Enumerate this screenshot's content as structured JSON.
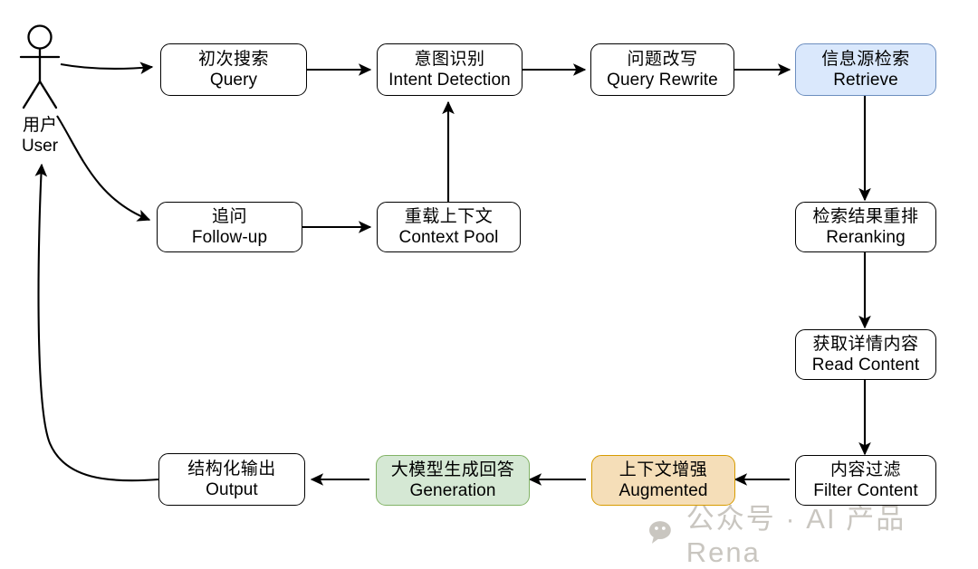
{
  "diagram": {
    "title": "RAG Search Pipeline Flowchart",
    "actor": {
      "name": "user-actor",
      "cn": "用户",
      "en": "User"
    },
    "nodes": [
      {
        "id": "query",
        "cn": "初次搜索",
        "en": "Query",
        "style": "plain"
      },
      {
        "id": "intent",
        "cn": "意图识别",
        "en": "Intent Detection",
        "style": "plain"
      },
      {
        "id": "rewrite",
        "cn": "问题改写",
        "en": "Query Rewrite",
        "style": "plain"
      },
      {
        "id": "retrieve",
        "cn": "信息源检索",
        "en": "Retrieve",
        "style": "blue"
      },
      {
        "id": "followup",
        "cn": "追问",
        "en": "Follow-up",
        "style": "plain"
      },
      {
        "id": "context",
        "cn": "重载上下文",
        "en": "Context Pool",
        "style": "plain"
      },
      {
        "id": "rerank",
        "cn": "检索结果重排",
        "en": "Reranking",
        "style": "plain"
      },
      {
        "id": "read",
        "cn": "获取详情内容",
        "en": "Read Content",
        "style": "plain"
      },
      {
        "id": "filter",
        "cn": "内容过滤",
        "en": "Filter Content",
        "style": "plain"
      },
      {
        "id": "augment",
        "cn": "上下文增强",
        "en": "Augmented",
        "style": "orange"
      },
      {
        "id": "generate",
        "cn": "大模型生成回答",
        "en": "Generation",
        "style": "green"
      },
      {
        "id": "output",
        "cn": "结构化输出",
        "en": "Output",
        "style": "plain"
      }
    ],
    "edges": [
      {
        "from": "user",
        "to": "query"
      },
      {
        "from": "query",
        "to": "intent"
      },
      {
        "from": "intent",
        "to": "rewrite"
      },
      {
        "from": "rewrite",
        "to": "retrieve"
      },
      {
        "from": "user",
        "to": "followup"
      },
      {
        "from": "followup",
        "to": "context"
      },
      {
        "from": "context",
        "to": "intent"
      },
      {
        "from": "retrieve",
        "to": "rerank"
      },
      {
        "from": "rerank",
        "to": "read"
      },
      {
        "from": "read",
        "to": "filter"
      },
      {
        "from": "filter",
        "to": "augment"
      },
      {
        "from": "augment",
        "to": "generate"
      },
      {
        "from": "generate",
        "to": "output"
      },
      {
        "from": "output",
        "to": "user"
      }
    ],
    "colors": {
      "stroke": "#000000",
      "blue_fill": "#dae8fc",
      "blue_border": "#6c8ebf",
      "orange_fill": "#f5deb8",
      "orange_border": "#d79b00",
      "green_fill": "#d5e8d4",
      "green_border": "#82b366",
      "watermark": "#c9c6c0"
    }
  },
  "watermark": {
    "icon": "wechat-icon",
    "text": "公众号 · AI 产品Rena"
  }
}
